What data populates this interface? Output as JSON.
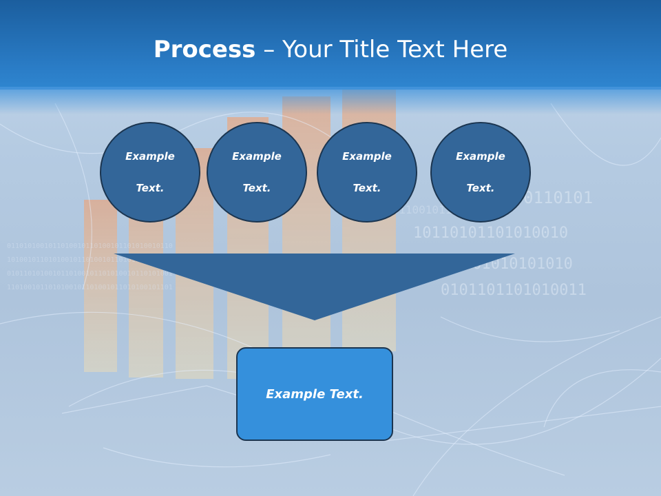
{
  "slide": {
    "title_bold": "Process",
    "title_rest": " – Your Title Text Here",
    "circles": [
      {
        "line1": "Example",
        "line2": "Text."
      },
      {
        "line1": "Example",
        "line2": "Text."
      },
      {
        "line1": "Example",
        "line2": "Text."
      },
      {
        "line1": "Example",
        "line2": "Text."
      }
    ],
    "result_text": "Example Text."
  },
  "colors": {
    "header": "#2a7cc6",
    "circle_fill": "#336699",
    "funnel_fill": "#336699",
    "result_fill": "#3590dc",
    "outline": "#1b3550"
  }
}
